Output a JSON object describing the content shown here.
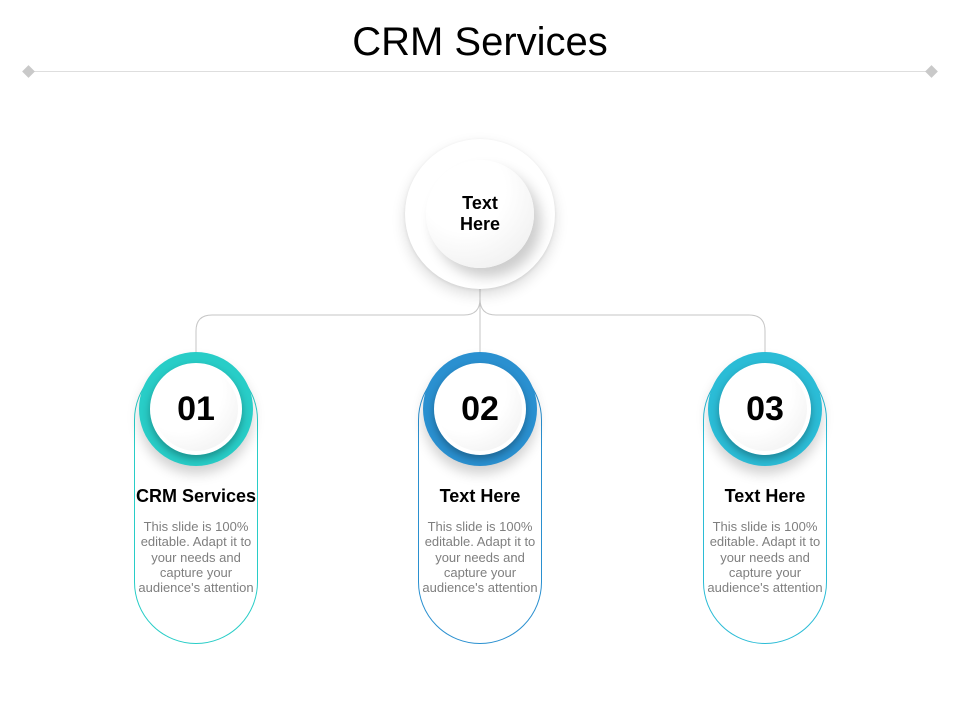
{
  "slide": {
    "title": "CRM Services",
    "center_node": {
      "label": "Text\nHere"
    },
    "items": [
      {
        "number": "01",
        "heading": "CRM Services",
        "description": "This slide is 100%\neditable. Adapt it to\nyour needs and\ncapture your\naudience's attention",
        "accent_color": "#28CDC7"
      },
      {
        "number": "02",
        "heading": "Text Here",
        "description": "This slide is 100%\neditable. Adapt it to\nyour needs and\ncapture your\naudience's attention",
        "accent_color": "#2A90D0"
      },
      {
        "number": "03",
        "heading": "Text Here",
        "description": "This slide is 100%\neditable. Adapt it to\nyour needs and\ncapture your\naudience's attention",
        "accent_color": "#2BBCD6"
      }
    ],
    "connector_color": "#C6C6C6",
    "divider": {
      "line_color": "#DEDEDE",
      "diamond_color": "#C9C9C9"
    }
  }
}
